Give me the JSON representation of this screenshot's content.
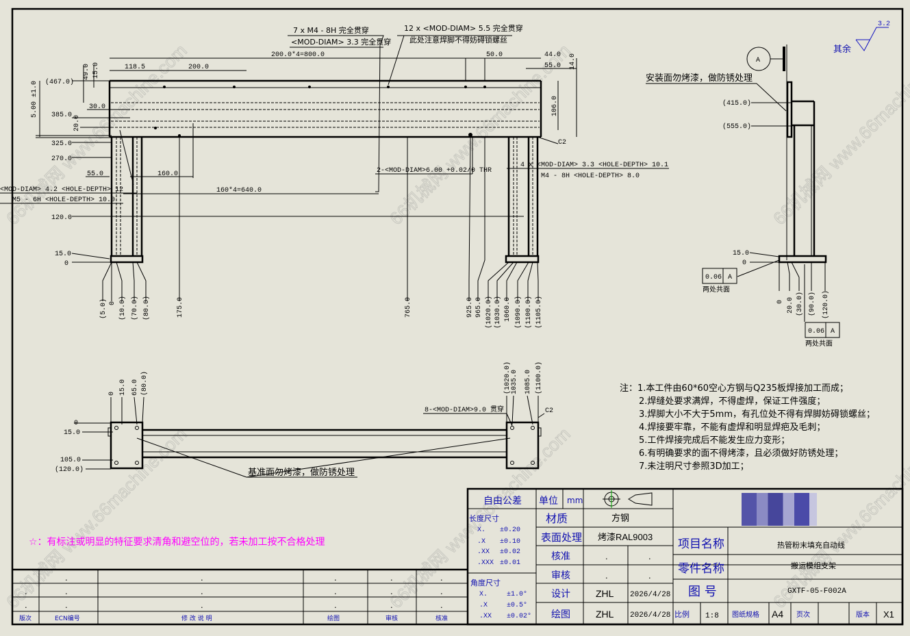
{
  "watermark": "66机械网 www.66machine.com",
  "roughness": {
    "value": "3.2",
    "label": "其余"
  },
  "front_view": {
    "callout_top_left": [
      "7 x  M4 - 8H 完全贯穿",
      "<MOD-DIAM> 3.3 完全贯穿"
    ],
    "callout_top_right": [
      "12 x <MOD-DIAM> 5.5 完全贯穿",
      "此处注意焊脚不得妨碍锁螺丝"
    ],
    "dims_top": [
      "200.0*4=800.0",
      "118.5",
      "200.0",
      "50.0",
      "44.0",
      "55.0",
      "14.0"
    ],
    "dims_left": [
      "(467.0)",
      "49.0",
      "15.0",
      "5.00 ±1.0",
      "30.0",
      "385.0",
      "20.0",
      "325.0",
      "270.0",
      "55.0",
      "160.0",
      "160*4=640.0",
      "120.0",
      "15.0",
      "0"
    ],
    "callout_left": [
      "<MOD-DIAM> 4.2 <HOLE-DEPTH> 12",
      "M5 - 6H <HOLE-DEPTH> 10.0"
    ],
    "callout_mid": "2-<MOD-DIAM>6.00 +0.02/0 THR",
    "callout_right": [
      "4 x <MOD-DIAM> 3.3 <HOLE-DEPTH> 10.1",
      "M4 - 8H <HOLE-DEPTH> 8.0"
    ],
    "chamfer": "C2",
    "dims_bottom": [
      "(5.0)",
      "0",
      "(10.0)",
      "(70.0)",
      "(80.0)",
      "175.0",
      "765.0",
      "925.0",
      "965.0",
      "(1020.0)",
      "(1030.0)",
      "1060.0",
      "(1090.0)",
      "(1100.0)",
      "(1105.0)"
    ],
    "height_106": "106.0"
  },
  "side_view": {
    "datum": "A",
    "paint_note": "安装面勿烤漆，做防锈处理",
    "dims": [
      "(415.0)",
      "(555.0)",
      "15.0",
      "0",
      "0",
      "20.0",
      "(30.0)",
      "(90.0)",
      "(120.0)"
    ],
    "tolerance": {
      "value": "0.06",
      "datum": "A",
      "note": "两处共面"
    }
  },
  "bottom_view": {
    "dims_top": [
      "0",
      "15.0",
      "65.0",
      "(80.0)",
      "(1020.0)",
      "1035.0",
      "1085.0",
      "(1100.0)"
    ],
    "dims_left": [
      "0",
      "15.0",
      "105.0",
      "(120.0)"
    ],
    "callout": "8-<MOD-DIAM>9.0 贯穿",
    "chamfer": "C2",
    "paint_note": "基准面勿烤漆，做防锈处理"
  },
  "notes": {
    "prefix": "注：",
    "items": [
      "1.本工件由60*60空心方钢与Q235板焊接加工而成；",
      "2.焊缝处要求满焊，不得虚焊，保证工件强度；",
      "3.焊脚大小不大于5mm，有孔位处不得有焊脚妨碍锁螺丝；",
      "4.焊接要牢靠，不能有虚焊和明显焊疤及毛刺；",
      "5.工件焊接完成后不能发生应力变形；",
      "6.有明确要求的面不得烤漆，且必须做好防锈处理；",
      "7.未注明尺寸参照3D加工；"
    ]
  },
  "warning": "☆：有标注或明显的特征要求清角和避空位的，若未加工按不合格处理",
  "revision_table": {
    "headers": [
      "版次",
      "ECN编号",
      "修 改 说 明",
      "绘图",
      "审核",
      "核准"
    ],
    "placeholder": "."
  },
  "title_block": {
    "free_tolerance": "自由公差",
    "unit_label": "单位",
    "unit": "mm",
    "length_label": "长度尺寸",
    "length_tol": [
      [
        "X.",
        "±0.20"
      ],
      [
        ".X",
        "±0.10"
      ],
      [
        ".XX",
        "±0.02"
      ],
      [
        ".XXX",
        "±0.01"
      ]
    ],
    "angle_label": "角度尺寸",
    "angle_tol": [
      [
        "X.",
        "±1.0°"
      ],
      [
        ".X",
        "±0.5°"
      ],
      [
        ".XX",
        "±0.02°"
      ]
    ],
    "material_label": "材质",
    "material": "方钢",
    "surface_label": "表面处理",
    "surface": "烤漆RAL9003",
    "approve_label": "核准",
    "review_label": "审核",
    "design_label": "设计",
    "designer": "ZHL",
    "design_date": "2026/4/28",
    "draw_label": "绘图",
    "drawer": "ZHL",
    "draw_date": "2026/4/28",
    "project_label": "项目名称",
    "project": "热管粉末填充自动线",
    "part_label": "零件名称",
    "part": "搬运模组支架",
    "drawing_no_label": "图 号",
    "drawing_no": "GXTF-05-F002A",
    "scale_label": "比例",
    "scale": "1:8",
    "sheet_size_label": "图纸规格",
    "sheet_size": "A4",
    "page_label": "页次",
    "page": "",
    "version_label": "版本",
    "version": "X1",
    "dot": "."
  }
}
